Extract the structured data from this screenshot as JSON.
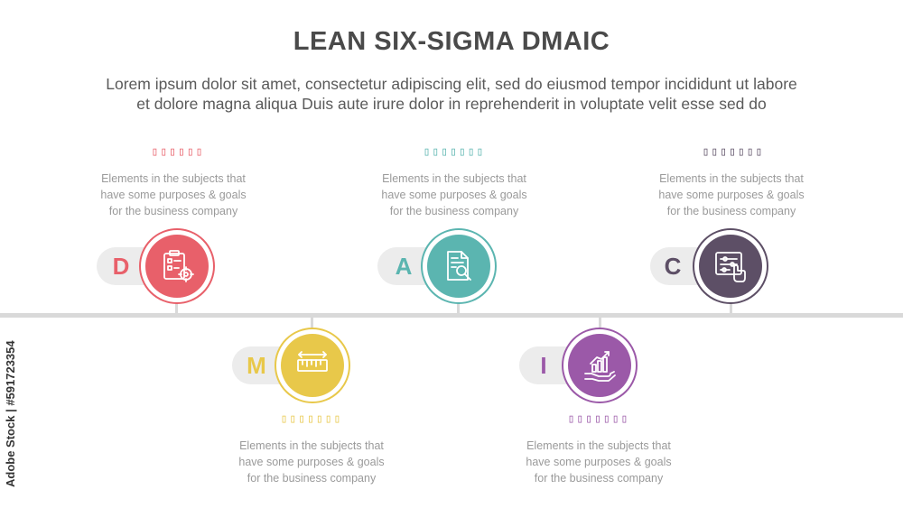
{
  "header": {
    "title": "LEAN SIX-SIGMA DMAIC",
    "subtitle_line1": "Lorem ipsum dolor sit amet, consectetur adipiscing elit, sed do eiusmod tempor incididunt ut labore",
    "subtitle_line2": "et dolore magna aliqua Duis aute irure dolor in reprehenderit in voluptate velit esse sed do"
  },
  "steps": [
    {
      "letter": "D",
      "color": "#e8606a",
      "icon": "clipboard-target-icon",
      "title": "▯▯▯▯▯▯",
      "desc": [
        "Elements in the subjects that",
        "have  some purposes & goals",
        "for the  business company"
      ]
    },
    {
      "letter": "M",
      "color": "#e8c84a",
      "icon": "ruler-icon",
      "title": "▯▯▯▯▯▯▯",
      "desc": [
        "Elements in the subjects that",
        "have  some purposes & goals",
        "for the  business company"
      ]
    },
    {
      "letter": "A",
      "color": "#5bb5b0",
      "icon": "document-search-icon",
      "title": "▯▯▯▯▯▯▯",
      "desc": [
        "Elements in the subjects that",
        "have  some purposes & goals",
        "for the  business company"
      ]
    },
    {
      "letter": "I",
      "color": "#9b59a8",
      "icon": "hand-growth-chart-icon",
      "title": "▯▯▯▯▯▯▯",
      "desc": [
        "Elements in the subjects that",
        "have  some purposes & goals",
        "for the  business company"
      ]
    },
    {
      "letter": "C",
      "color": "#5d4f66",
      "icon": "control-panel-touch-icon",
      "title": "▯▯▯▯▯▯▯",
      "desc": [
        "Elements in the subjects that",
        "have  some purposes & goals",
        "for the  business company"
      ]
    }
  ],
  "watermark": "Adobe Stock | #591723354"
}
